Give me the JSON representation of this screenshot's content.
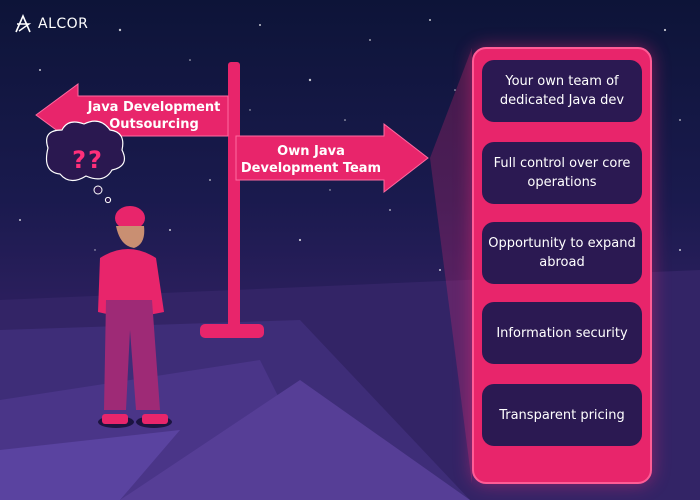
{
  "brand": {
    "logo_text": "ALCOR"
  },
  "signpost": {
    "left_sign": "Java Development Outsourcing",
    "right_sign": "Own Java Development Team"
  },
  "thought_bubble": {
    "text": "??"
  },
  "benefits": [
    {
      "label": "Your own team of dedicated Java dev"
    },
    {
      "label": "Full control over core operations"
    },
    {
      "label": "Opportunity to expand abroad"
    },
    {
      "label": "Information security"
    },
    {
      "label": "Transparent pricing"
    }
  ],
  "colors": {
    "accent": "#e8256b",
    "card": "#2b1952",
    "sky_top": "#0d1438",
    "ground": "#3d2a72"
  }
}
